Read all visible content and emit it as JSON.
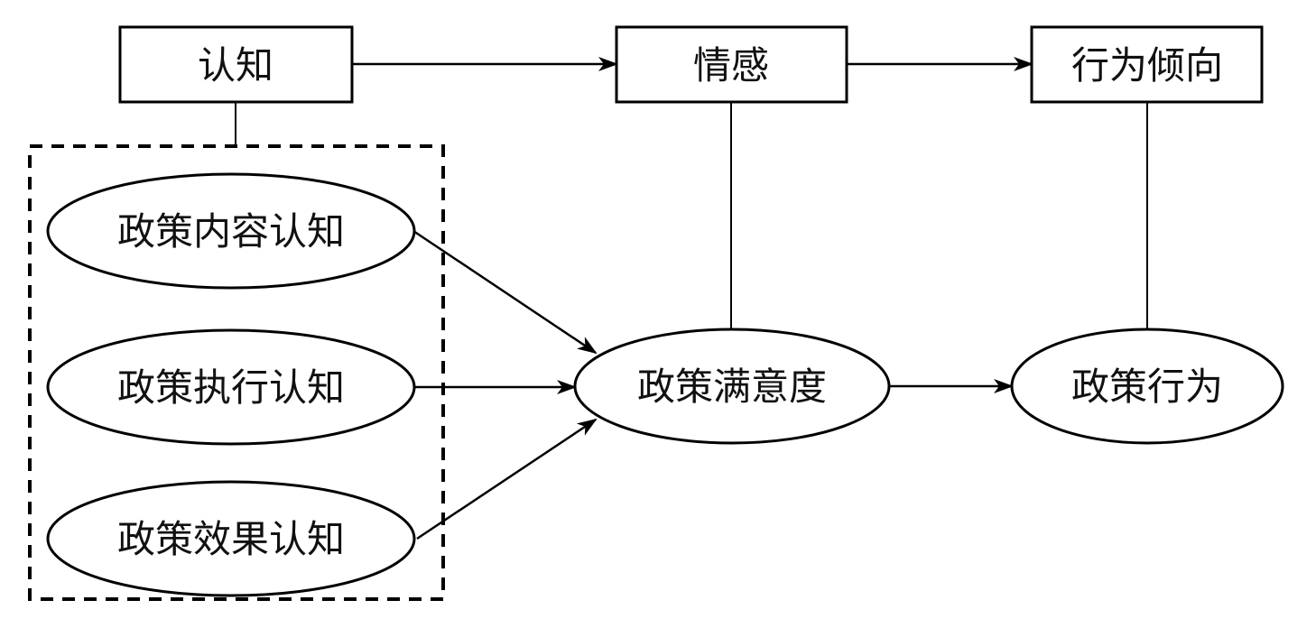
{
  "top_row": {
    "cognition": "认知",
    "emotion": "情感",
    "behavior_tendency": "行为倾向"
  },
  "cognition_group": {
    "content": "政策内容认知",
    "execution": "政策执行认知",
    "effect": "政策效果认知"
  },
  "satisfaction": "政策满意度",
  "policy_behavior": "政策行为",
  "colors": {
    "stroke": "#000000",
    "background": "#ffffff",
    "text": "#111111"
  }
}
